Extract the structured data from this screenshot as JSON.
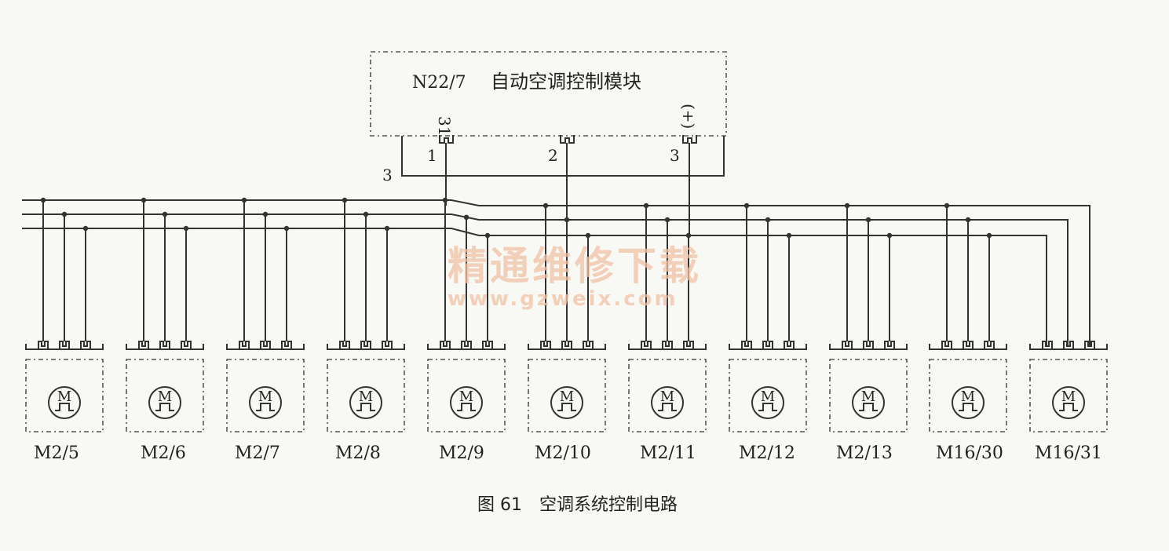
{
  "module": {
    "id": "N22/7",
    "name": "自动空调控制模块",
    "terminal_31": "31",
    "terminal_plus": "(+)"
  },
  "pin_labels": [
    "1",
    "2",
    "3"
  ],
  "ground_wire_label": "3",
  "motors": [
    {
      "label": "M2/5",
      "symbol": "M"
    },
    {
      "label": "M2/6",
      "symbol": "M"
    },
    {
      "label": "M2/7",
      "symbol": "M"
    },
    {
      "label": "M2/8",
      "symbol": "M"
    },
    {
      "label": "M2/9",
      "symbol": "M"
    },
    {
      "label": "M2/10",
      "symbol": "M"
    },
    {
      "label": "M2/11",
      "symbol": "M"
    },
    {
      "label": "M2/12",
      "symbol": "M"
    },
    {
      "label": "M2/13",
      "symbol": "M"
    },
    {
      "label": "M16/30",
      "symbol": "M"
    },
    {
      "label": "M16/31",
      "symbol": "M"
    }
  ],
  "watermark": {
    "cn": "精通维修下载",
    "url": "www.gzweix.com"
  },
  "caption": "图 61　空调系统控制电路"
}
